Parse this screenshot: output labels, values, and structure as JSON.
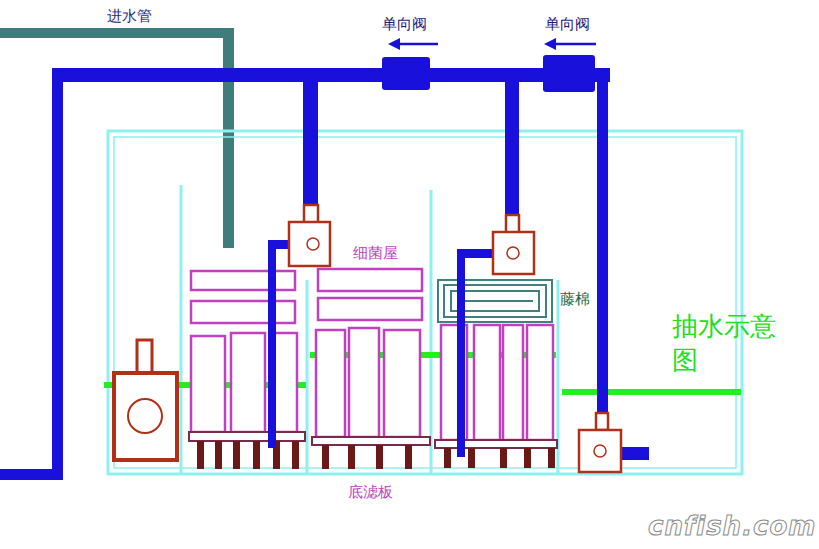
{
  "diagram": {
    "nodes": [
      {
        "text": [
          "单向阀"
        ]
      },
      {
        "text": [
          "单向阀"
        ]
      }
    ],
    "edges": [
      {
        "from": 0,
        "to": 1,
        "arrow": "none"
      }
    ],
    "labels": [
      "进水管",
      "细菌屋",
      "藤棉",
      "抽水示意图",
      "底滤板",
      "cnfish.com"
    ]
  }
}
